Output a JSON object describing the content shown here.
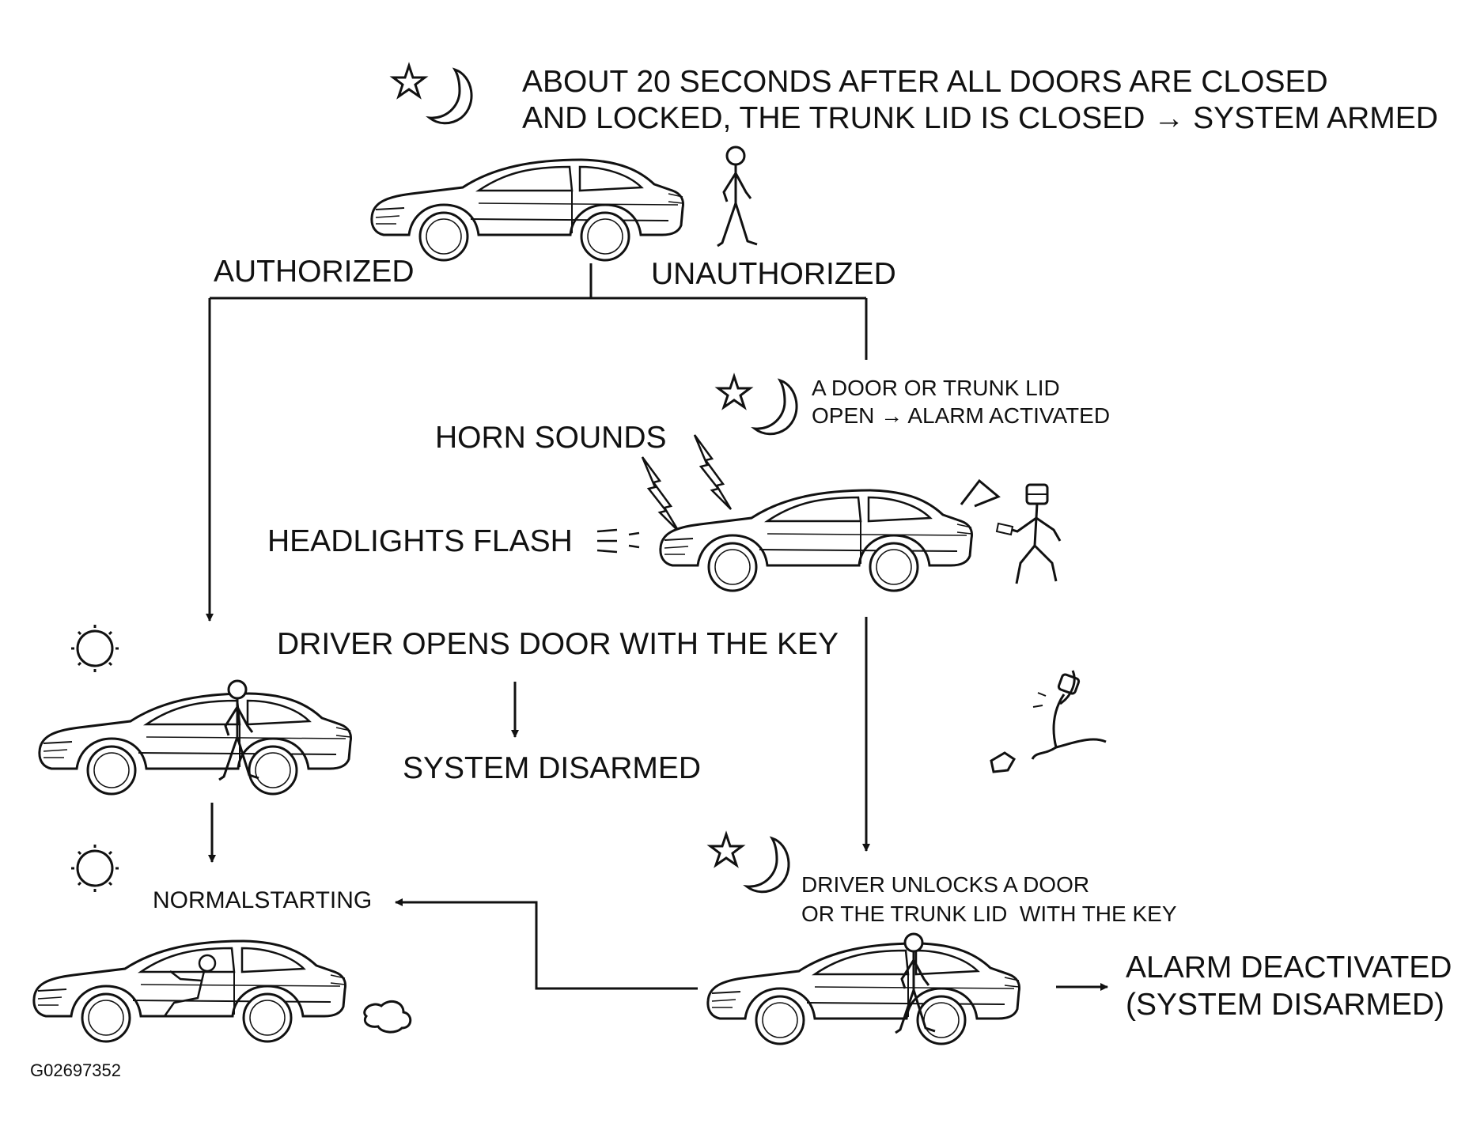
{
  "labels": {
    "armed_line1": "ABOUT 20 SECONDS AFTER ALL DOORS ARE CLOSED",
    "armed_line2": "AND LOCKED, THE TRUNK LID IS CLOSED → SYSTEM ARMED",
    "authorized": "AUTHORIZED",
    "unauthorized": "UNAUTHORIZED",
    "alarm_line1": "A DOOR OR TRUNK LID",
    "alarm_line2": "OPEN → ALARM ACTIVATED",
    "horn_sounds": "HORN SOUNDS",
    "headlights_flash": "HEADLIGHTS FLASH",
    "driver_opens": "DRIVER OPENS DOOR WITH THE KEY",
    "system_disarmed": "SYSTEM DISARMED",
    "normal_starting": "NORMALSTARTING",
    "unlock_line1": "DRIVER UNLOCKS A DOOR",
    "unlock_line2": "OR THE TRUNK LID  WITH THE KEY",
    "deactivated_line1": "ALARM DEACTIVATED",
    "deactivated_line2": "(SYSTEM DISARMED)",
    "figure_id": "G02697352"
  },
  "icons": {
    "night": "star-moon-icon",
    "day": "sun-icon",
    "car": "car-icon",
    "person": "stick-figure-icon",
    "thief": "thief-icon",
    "lightning": "lightning-icon",
    "exhaust": "exhaust-cloud-icon"
  },
  "colors": {
    "ink": "#111111",
    "paper": "#ffffff"
  }
}
